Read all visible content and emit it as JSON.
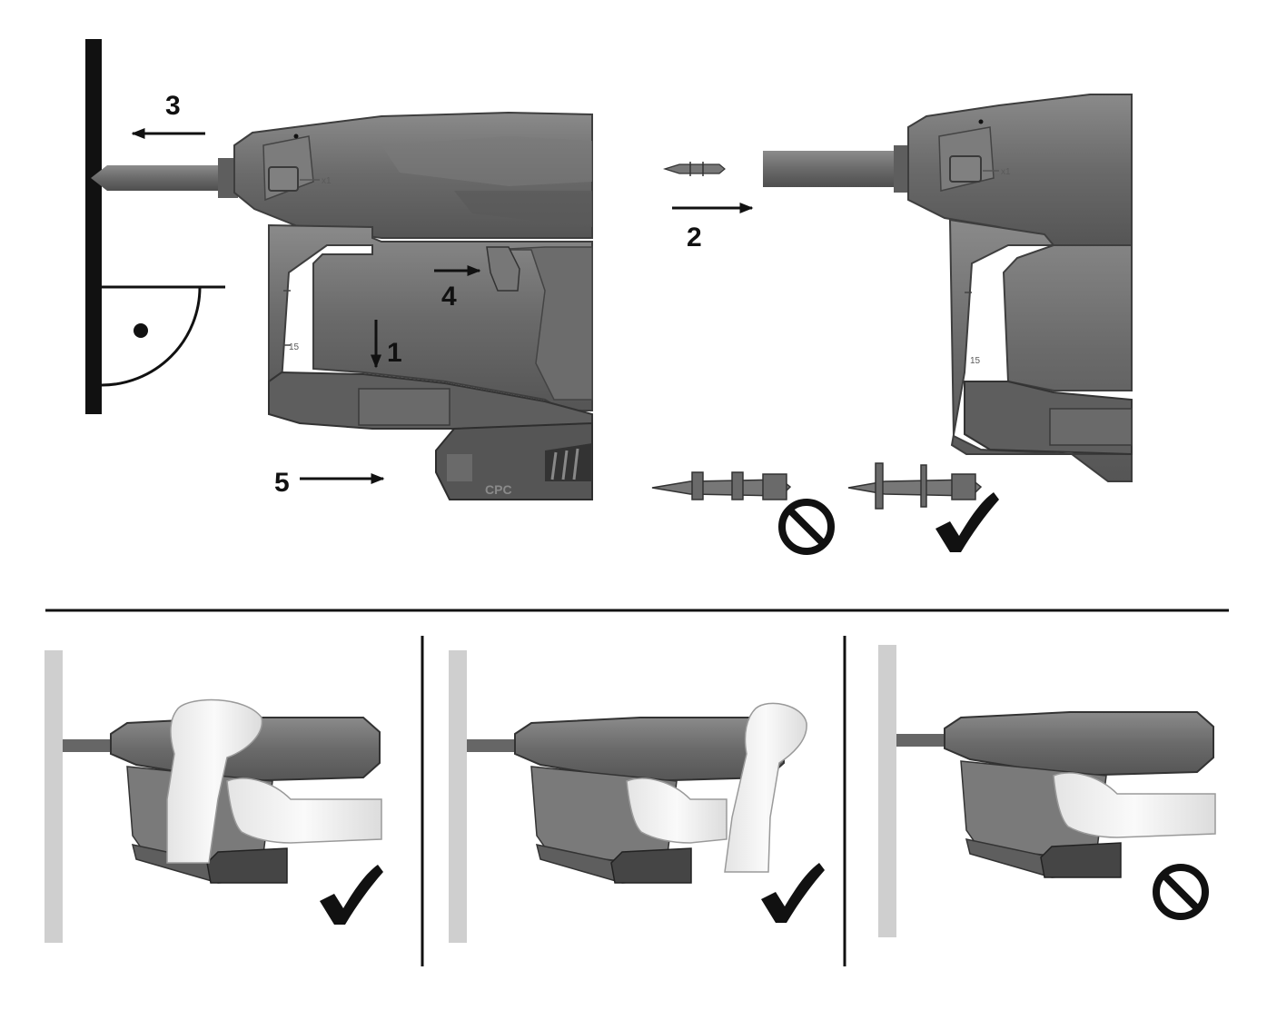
{
  "steps": {
    "step1": "1",
    "step2": "2",
    "step3": "3",
    "step4": "4",
    "step5": "5"
  },
  "tool": {
    "mode_label": "x1",
    "scale_label": "15",
    "battery_brand": "CPC"
  },
  "colors": {
    "tool_body": "#6e6e6e",
    "tool_dark": "#4a4a4a",
    "tool_light": "#9a9a9a",
    "wall": "#cfcfcf",
    "ink": "#111111",
    "skin": "#f2f2f2"
  },
  "icons": {
    "ok": "check-mark-icon",
    "not_ok": "prohibited-icon"
  }
}
